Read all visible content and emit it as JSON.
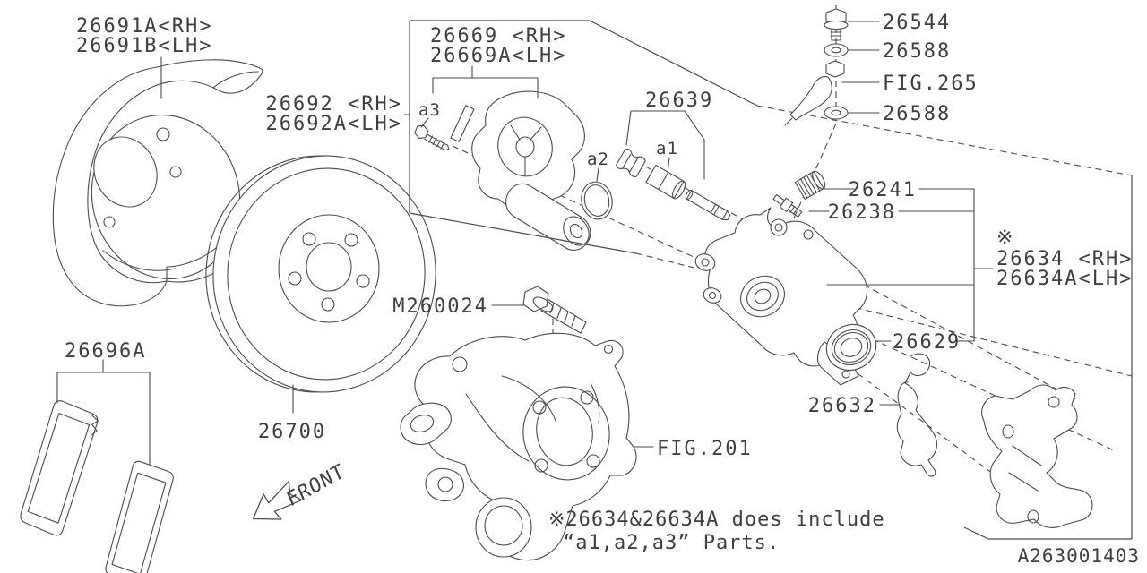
{
  "diagram": {
    "code": "A263001403",
    "front_label": "FRONT",
    "note": {
      "line1": "※26634&26634A does include",
      "line2": "“a1,a2,a3” Parts."
    },
    "colors": {
      "line": "#4a4a4a",
      "text": "#3f3f3f",
      "background": "#ffffff"
    },
    "labels": {
      "p26691": {
        "line1": "26691A<RH>",
        "line2": "26691B<LH>"
      },
      "p26669": {
        "line1": "26669 <RH>",
        "line2": "26669A<LH>"
      },
      "p26692": {
        "line1": "26692 <RH>",
        "line2": "26692A<LH>"
      },
      "p26639": "26639",
      "callout_a1": "a1",
      "callout_a2": "a2",
      "callout_a3": "a3",
      "p26544": "26544",
      "p26588_upper": "26588",
      "fig265": "FIG.265",
      "p26588_lower": "26588",
      "p26241": "26241",
      "p26238": "26238",
      "p26634": {
        "mark": "※",
        "line1": "26634 <RH>",
        "line2": "26634A<LH>"
      },
      "p26629": "26629",
      "p26632": "26632",
      "m260024": "M260024",
      "p26696a": "26696A",
      "p26700": "26700",
      "fig201": "FIG.201"
    }
  }
}
